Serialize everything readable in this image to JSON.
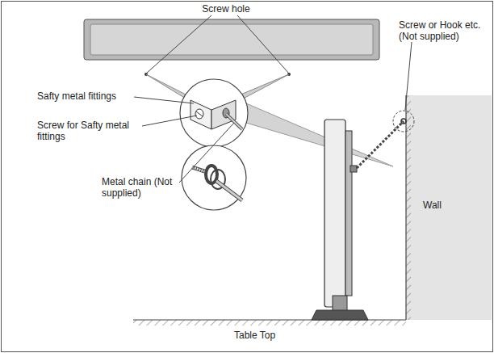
{
  "diagram": {
    "labels": [
      "Screw hole",
      "Screw or Hook etc. (Not supplied)",
      "Safty metal fittings",
      "Screw for Safty metal fittings",
      "Metal chain (Not supplied)",
      "Wall",
      "Table Top"
    ]
  }
}
